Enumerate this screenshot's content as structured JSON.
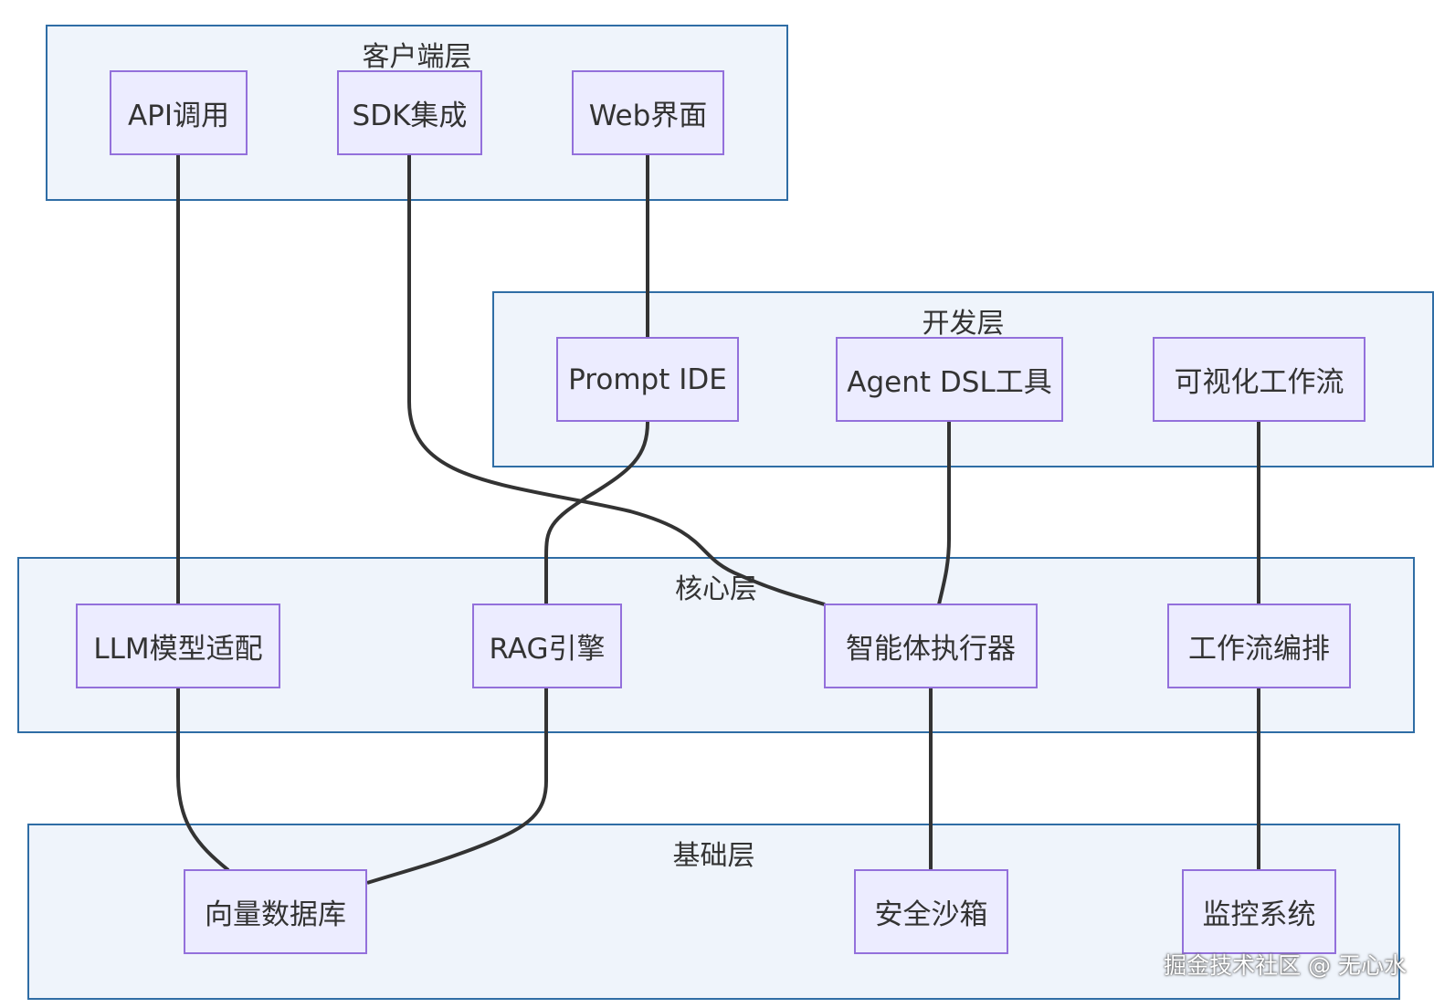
{
  "diagram": {
    "layers": {
      "client": "客户端层",
      "dev": "开发层",
      "core": "核心层",
      "base": "基础层"
    },
    "nodes": {
      "api_call": "API调用",
      "sdk": "SDK集成",
      "web_ui": "Web界面",
      "prompt_ide": "Prompt IDE",
      "agent_dsl": "Agent DSL工具",
      "visual_workflow": "可视化工作流",
      "llm_adapter": "LLM模型适配",
      "rag": "RAG引擎",
      "agent_executor": "智能体执行器",
      "workflow_orch": "工作流编排",
      "vector_db": "向量数据库",
      "sandbox": "安全沙箱",
      "monitoring": "监控系统"
    },
    "edges": [
      {
        "from": "API调用",
        "to": "LLM模型适配"
      },
      {
        "from": "SDK集成",
        "to": "智能体执行器"
      },
      {
        "from": "Web界面",
        "to": "Prompt IDE"
      },
      {
        "from": "Prompt IDE",
        "to": "RAG引擎"
      },
      {
        "from": "Agent DSL工具",
        "to": "智能体执行器"
      },
      {
        "from": "可视化工作流",
        "to": "工作流编排"
      },
      {
        "from": "LLM模型适配",
        "to": "向量数据库"
      },
      {
        "from": "RAG引擎",
        "to": "向量数据库"
      },
      {
        "from": "智能体执行器",
        "to": "安全沙箱"
      },
      {
        "from": "工作流编排",
        "to": "监控系统"
      }
    ]
  },
  "watermark": "掘金技术社区 @ 无心水"
}
